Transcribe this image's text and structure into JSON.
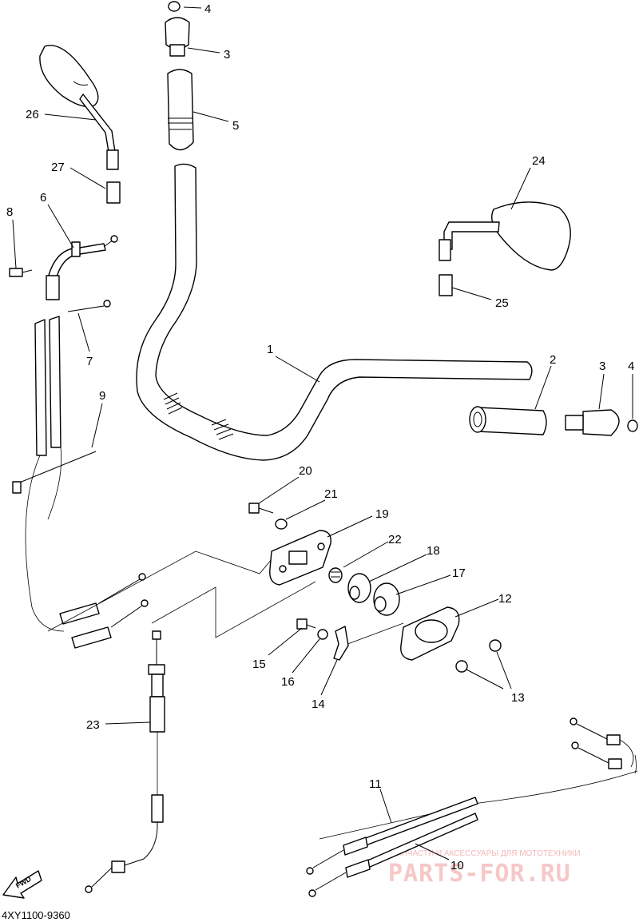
{
  "diagram": {
    "code": "4XY1100-9360",
    "fwd_label": "FWD",
    "watermark": {
      "subtitle": "ЗАПЧАСТИ И АКСЕССУАРЫ ДЛЯ МОТОТЕХНИКИ",
      "brand": "PARTS-FOR.RU"
    },
    "callouts": [
      {
        "id": "c4a",
        "label": "4"
      },
      {
        "id": "c3a",
        "label": "3"
      },
      {
        "id": "c5",
        "label": "5"
      },
      {
        "id": "c26",
        "label": "26"
      },
      {
        "id": "c27",
        "label": "27"
      },
      {
        "id": "c8",
        "label": "8"
      },
      {
        "id": "c6",
        "label": "6"
      },
      {
        "id": "c7",
        "label": "7"
      },
      {
        "id": "c9",
        "label": "9"
      },
      {
        "id": "c24",
        "label": "24"
      },
      {
        "id": "c25",
        "label": "25"
      },
      {
        "id": "c1",
        "label": "1"
      },
      {
        "id": "c2",
        "label": "2"
      },
      {
        "id": "c3b",
        "label": "3"
      },
      {
        "id": "c4b",
        "label": "4"
      },
      {
        "id": "c20",
        "label": "20"
      },
      {
        "id": "c21",
        "label": "21"
      },
      {
        "id": "c19",
        "label": "19"
      },
      {
        "id": "c22",
        "label": "22"
      },
      {
        "id": "c18",
        "label": "18"
      },
      {
        "id": "c17",
        "label": "17"
      },
      {
        "id": "c12",
        "label": "12"
      },
      {
        "id": "c15",
        "label": "15"
      },
      {
        "id": "c16",
        "label": "16"
      },
      {
        "id": "c14",
        "label": "14"
      },
      {
        "id": "c13",
        "label": "13"
      },
      {
        "id": "c23",
        "label": "23"
      },
      {
        "id": "c11",
        "label": "11"
      },
      {
        "id": "c10",
        "label": "10"
      }
    ]
  }
}
